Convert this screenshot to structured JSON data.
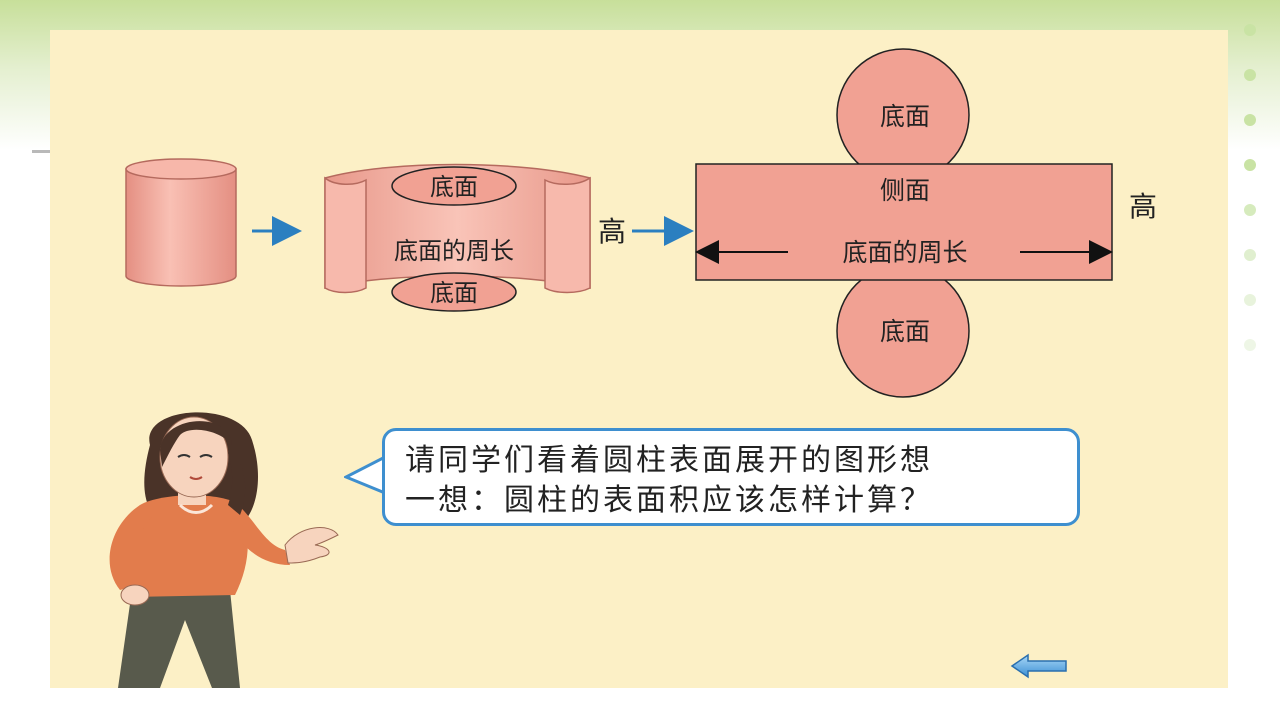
{
  "diagram": {
    "bottom_face": "底面",
    "base_circumference": "底面的周长",
    "height": "高",
    "lateral_face": "侧面"
  },
  "speech": {
    "line1": "请同学们看着圆柱表面展开的图形想",
    "line2": "一想：圆柱的表面积应该怎样计算？"
  },
  "colors": {
    "shape_fill": "#f1a193",
    "arrow_blue": "#2b7fc0",
    "slide_background": "#fcf0c6"
  },
  "icons": {
    "back": "left-arrow-icon"
  }
}
